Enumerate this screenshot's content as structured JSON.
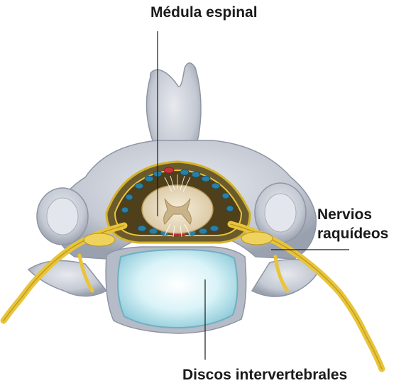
{
  "labels": {
    "spinal_cord": "Médula espinal",
    "spinal_nerves_line1": "Nervios",
    "spinal_nerves_line2": "raquídeos",
    "discs": "Discos intervertebrales"
  },
  "colors": {
    "bone": "#c9cdd6",
    "bone_shadow": "#8e95a3",
    "disc": "#cfeef5",
    "disc_edge": "#7ab8c8",
    "nerve": "#e8c43a",
    "cord": "#e9dcc2",
    "vein": "#2a7fa3",
    "artery": "#c8323c"
  }
}
